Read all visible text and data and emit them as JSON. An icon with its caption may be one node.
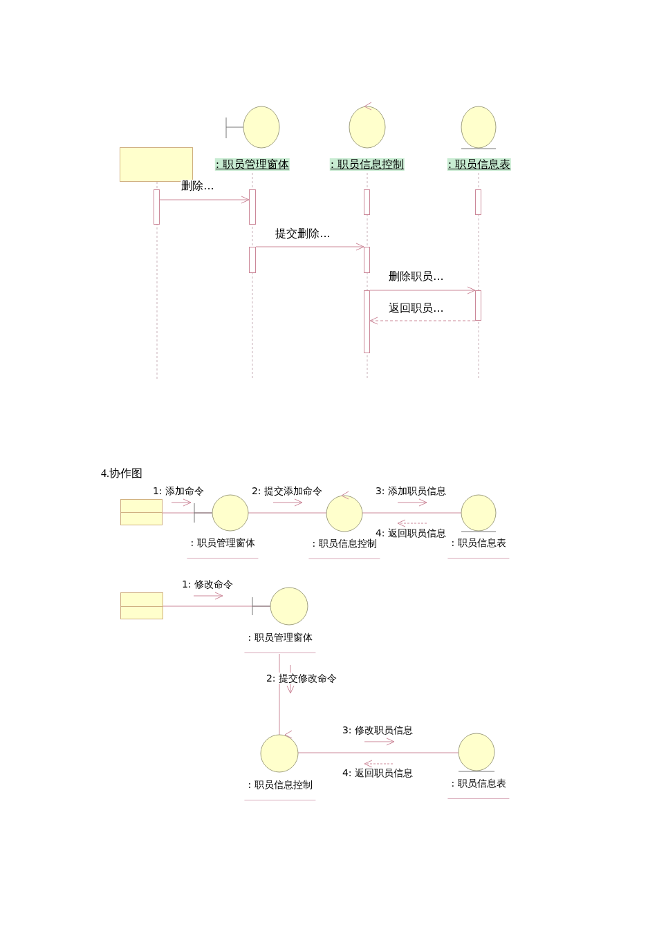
{
  "diagram": {
    "nodes": [
      {
        "text": [],
        "shape": "box"
      },
      {
        "text": [
          ": 职员管理窗体"
        ]
      },
      {
        "text": [
          ": 职员信息控制"
        ]
      },
      {
        "text": [
          ": 职员信息表"
        ]
      },
      {
        "text": [],
        "shape": "bar"
      },
      {
        "text": [],
        "shape": "bar"
      },
      {
        "text": [],
        "shape": "bar"
      },
      {
        "text": [],
        "shape": "bar"
      },
      {
        "text": [],
        "shape": "bar"
      },
      {
        "text": [],
        "shape": "bar"
      },
      {
        "text": [],
        "shape": "bar"
      },
      {
        "text": [],
        "shape": "bar"
      },
      {
        "text": [],
        "shape": "box"
      },
      {
        "text": [
          ": 职员管理窗体"
        ]
      },
      {
        "text": [
          ": 职员信息控制"
        ]
      },
      {
        "text": [
          ": 职员信息表"
        ]
      },
      {
        "text": [],
        "shape": "box"
      },
      {
        "text": [
          ": 职员管理窗体"
        ]
      },
      {
        "text": [
          ": 职员信息控制"
        ]
      },
      {
        "text": [
          ": 职员信息表"
        ]
      }
    ],
    "edges": [
      {
        "from": 4,
        "to": 5,
        "arrow": "to",
        "label": "删除..."
      },
      {
        "from": 8,
        "to": 9,
        "arrow": "to",
        "label": "提交删除..."
      },
      {
        "from": 10,
        "to": 11,
        "arrow": "to",
        "label": "删除职员..."
      },
      {
        "from": 11,
        "to": 10,
        "arrow": "to",
        "label": "返回职员...",
        "style": "dashed"
      },
      {
        "from": 12,
        "to": 13,
        "arrow": "none",
        "label": "1: 添加命令"
      },
      {
        "from": 13,
        "to": 14,
        "arrow": "none",
        "label": "2: 提交添加命令"
      },
      {
        "from": 14,
        "to": 15,
        "arrow": "none",
        "label": "3: 添加职员信息"
      },
      {
        "from": 16,
        "to": 17,
        "arrow": "none",
        "label": "1: 修改命令"
      },
      {
        "from": 17,
        "to": 18,
        "arrow": "none",
        "label": "2: 提交修改命令"
      },
      {
        "from": 18,
        "to": 19,
        "arrow": "none",
        "label": "3: 修改职员信息"
      }
    ],
    "labels": [
      "4.协作图",
      "4: 返回职员信息",
      "4: 返回职员信息"
    ]
  }
}
